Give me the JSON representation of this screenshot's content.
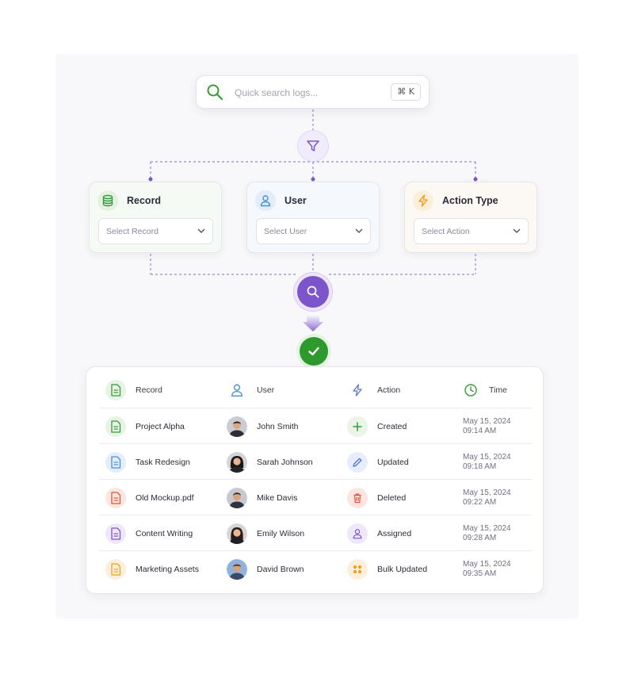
{
  "search": {
    "placeholder": "Quick search logs...",
    "shortcut": "⌘ K"
  },
  "filters": [
    {
      "title": "Record",
      "select": "Select Record",
      "icon": "database-icon",
      "accent": "#3a9a3a"
    },
    {
      "title": "User",
      "select": "Select User",
      "icon": "user-icon",
      "accent": "#4a90d9"
    },
    {
      "title": "Action Type",
      "select": "Select Action",
      "icon": "lightning-icon",
      "accent": "#f0a020"
    }
  ],
  "table": {
    "headers": [
      "Record",
      "User",
      "Action",
      "Time"
    ],
    "rows": [
      {
        "record": "Project Alpha",
        "user": "John Smith",
        "action": "Created",
        "date": "May 15, 2024",
        "time": "09:14 AM"
      },
      {
        "record": "Task Redesign",
        "user": "Sarah Johnson",
        "action": "Updated",
        "date": "May 15, 2024",
        "time": "09:18 AM"
      },
      {
        "record": "Old Mockup.pdf",
        "user": "Mike Davis",
        "action": "Deleted",
        "date": "May 15, 2024",
        "time": "09:22 AM"
      },
      {
        "record": "Content Writing",
        "user": "Emily Wilson",
        "action": "Assigned",
        "date": "May 15, 2024",
        "time": "09:28 AM"
      },
      {
        "record": "Marketing Assets",
        "user": "David Brown",
        "action": "Bulk Updated",
        "date": "May 15, 2024",
        "time": "09:35 AM"
      }
    ]
  },
  "colors": {
    "accent": "#7b55c9",
    "success": "#2e9a2e",
    "connector": "#9a86d8"
  }
}
